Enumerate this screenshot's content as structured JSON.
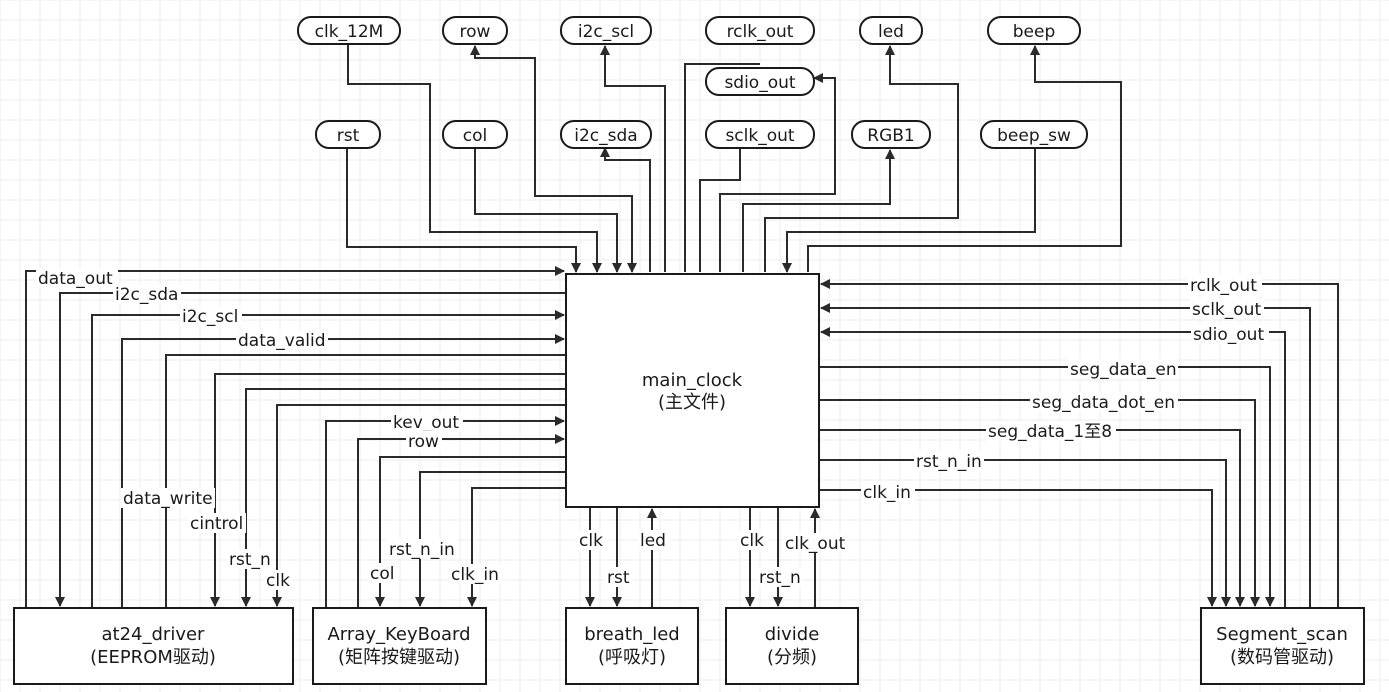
{
  "central_module": {
    "name": "main_clock",
    "sub": "(主文件)"
  },
  "ports_top_row": [
    "clk_12M",
    "row",
    "i2c_scl",
    "rclk_out",
    "led",
    "beep"
  ],
  "ports_mid": [
    "sdio_out"
  ],
  "ports_second_row": [
    "rst",
    "col",
    "i2c_sda",
    "sclk_out",
    "RGB1",
    "beep_sw"
  ],
  "modules": [
    {
      "name": "at24_driver",
      "sub": "(EEPROM驱动)"
    },
    {
      "name": "Array_KeyBoard",
      "sub": "(矩阵按键驱动)"
    },
    {
      "name": "breath_led",
      "sub": "(呼吸灯)"
    },
    {
      "name": "divide",
      "sub": "(分频)"
    },
    {
      "name": "Segment_scan",
      "sub": "(数码管驱动)"
    }
  ],
  "signals": {
    "at24": [
      "data_out",
      "i2c_sda",
      "i2c_scl",
      "data_valid",
      "data_write",
      "cintrol",
      "rst_n",
      "clk"
    ],
    "keyboard": [
      "kev_out",
      "row",
      "col",
      "rst_n_in",
      "clk_in"
    ],
    "breath": [
      "clk",
      "rst",
      "led"
    ],
    "divide": [
      "clk",
      "rst_n",
      "clk_out"
    ],
    "segment": [
      "rclk_out",
      "sclk_out",
      "sdio_out",
      "seg_data_en",
      "seg_data_dot_en",
      "seg_data_1至8",
      "rst_n_in",
      "clk_in"
    ]
  }
}
